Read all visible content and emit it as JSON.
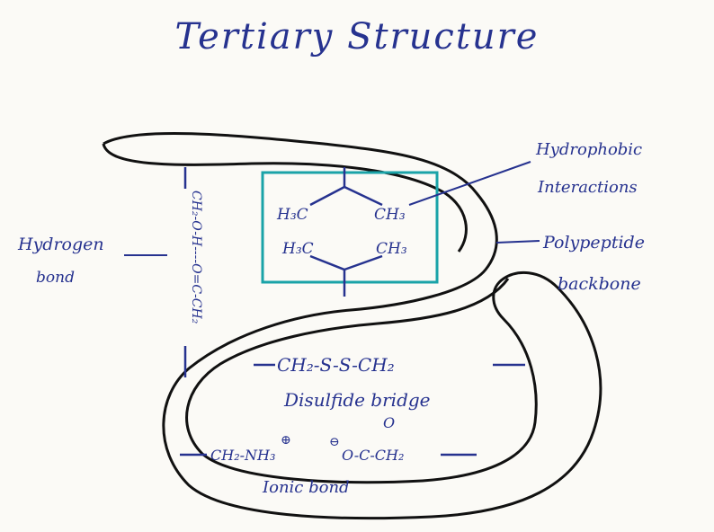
{
  "title": "Tertiary Structure",
  "labels": {
    "hydrophobic_line1": "Hydrophobic",
    "hydrophobic_line2": "Interactions",
    "backbone_line1": "Polypeptide",
    "backbone_line2": "backbone",
    "hbond_line1": "Hydrogen",
    "hbond_line2": "bond",
    "disulfide_formula": "CH₂-S-S-CH₂",
    "disulfide_label": "Disulfide bridge",
    "ionic_label": "Ionic bond"
  },
  "chem": {
    "h3c_left_top": "H₃C",
    "ch3_right_top": "CH₃",
    "h3c_left_bottom": "H₃C",
    "ch3_right_bottom": "CH₃",
    "ionic_left": "CH₂-NH₃",
    "ionic_plus": "⊕",
    "ionic_right": "O-C-CH₂",
    "ionic_minus": "⊖",
    "ionic_o_top": "O",
    "hb_vertical": "CH₂-O-H----O=C-CH₂"
  },
  "colors": {
    "ink": "#26328f",
    "outline": "#111111",
    "box": "#1aa3a8"
  }
}
